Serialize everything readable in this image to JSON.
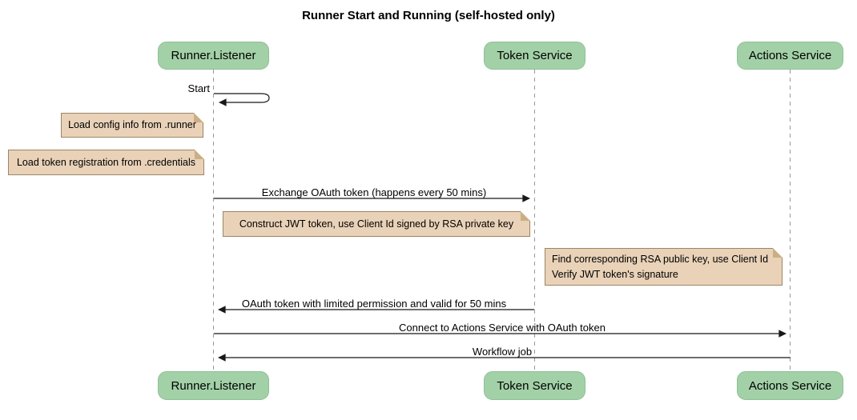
{
  "title": "Runner Start and Running (self-hosted only)",
  "colors": {
    "participant_fill": "#A3D1A7",
    "participant_border": "#8FBF96",
    "note_fill": "#E9D2B8",
    "note_border": "#9C8565",
    "lifeline": "#999999",
    "arrow": "#181818",
    "text": "#000000"
  },
  "participants": [
    {
      "name": "Runner.Listener"
    },
    {
      "name": "Token Service"
    },
    {
      "name": "Actions Service"
    }
  ],
  "messages": [
    {
      "label": "Start",
      "from": "Runner.Listener",
      "to": "Runner.Listener",
      "type": "self"
    },
    {
      "label": "Exchange OAuth token (happens every 50 mins)",
      "from": "Runner.Listener",
      "to": "Token Service",
      "type": "solid"
    },
    {
      "label": "OAuth token with limited permission and valid for 50 mins",
      "from": "Token Service",
      "to": "Runner.Listener",
      "type": "solid"
    },
    {
      "label": "Connect to Actions Service with OAuth token",
      "from": "Runner.Listener",
      "to": "Actions Service",
      "type": "solid"
    },
    {
      "label": "Workflow job",
      "from": "Actions Service",
      "to": "Runner.Listener",
      "type": "solid"
    }
  ],
  "notes": [
    {
      "text": "Load config info from .runner",
      "anchor": "Runner.Listener"
    },
    {
      "text": "Load token registration from .credentials",
      "anchor": "Runner.Listener"
    },
    {
      "text": "Construct JWT token, use Client Id signed by RSA private key",
      "anchor": "Token Service"
    },
    {
      "line1": "Find corresponding RSA public key, use Client Id",
      "line2": "Verify JWT token's signature",
      "anchor": "Actions Service"
    }
  ]
}
